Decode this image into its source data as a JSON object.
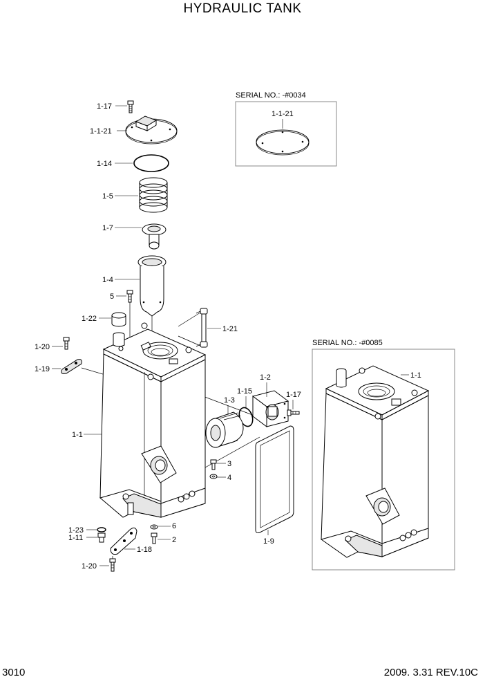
{
  "title": "HYDRAULIC TANK",
  "page_number": "3010",
  "footer": "2009. 3.31  REV.10C",
  "insets": [
    {
      "label": "SERIAL NO.: -#0034",
      "parts": [
        "1-1-21"
      ]
    },
    {
      "label": "SERIAL NO.: -#0085",
      "parts": [
        "1-1"
      ]
    }
  ],
  "callouts": {
    "p1_17_top": "1-17",
    "p1_1_21": "1-1-21",
    "p1_14": "1-14",
    "p1_5": "1-5",
    "p1_7": "1-7",
    "p1_4": "1-4",
    "p5": "5",
    "p1_22": "1-22",
    "p1_21": "1-21",
    "p1_20_top": "1-20",
    "p1_19": "1-19",
    "p1_1": "1-1",
    "p1_2": "1-2",
    "p1_15": "1-15",
    "p1_17_right": "1-17",
    "p1_3": "1-3",
    "p3": "3",
    "p4": "4",
    "p1_9": "1-9",
    "p6": "6",
    "p2": "2",
    "p1_23": "1-23",
    "p1_11": "1-11",
    "p1_18": "1-18",
    "p1_20_bottom": "1-20",
    "inset1_part": "1-1-21",
    "inset2_part": "1-1"
  }
}
